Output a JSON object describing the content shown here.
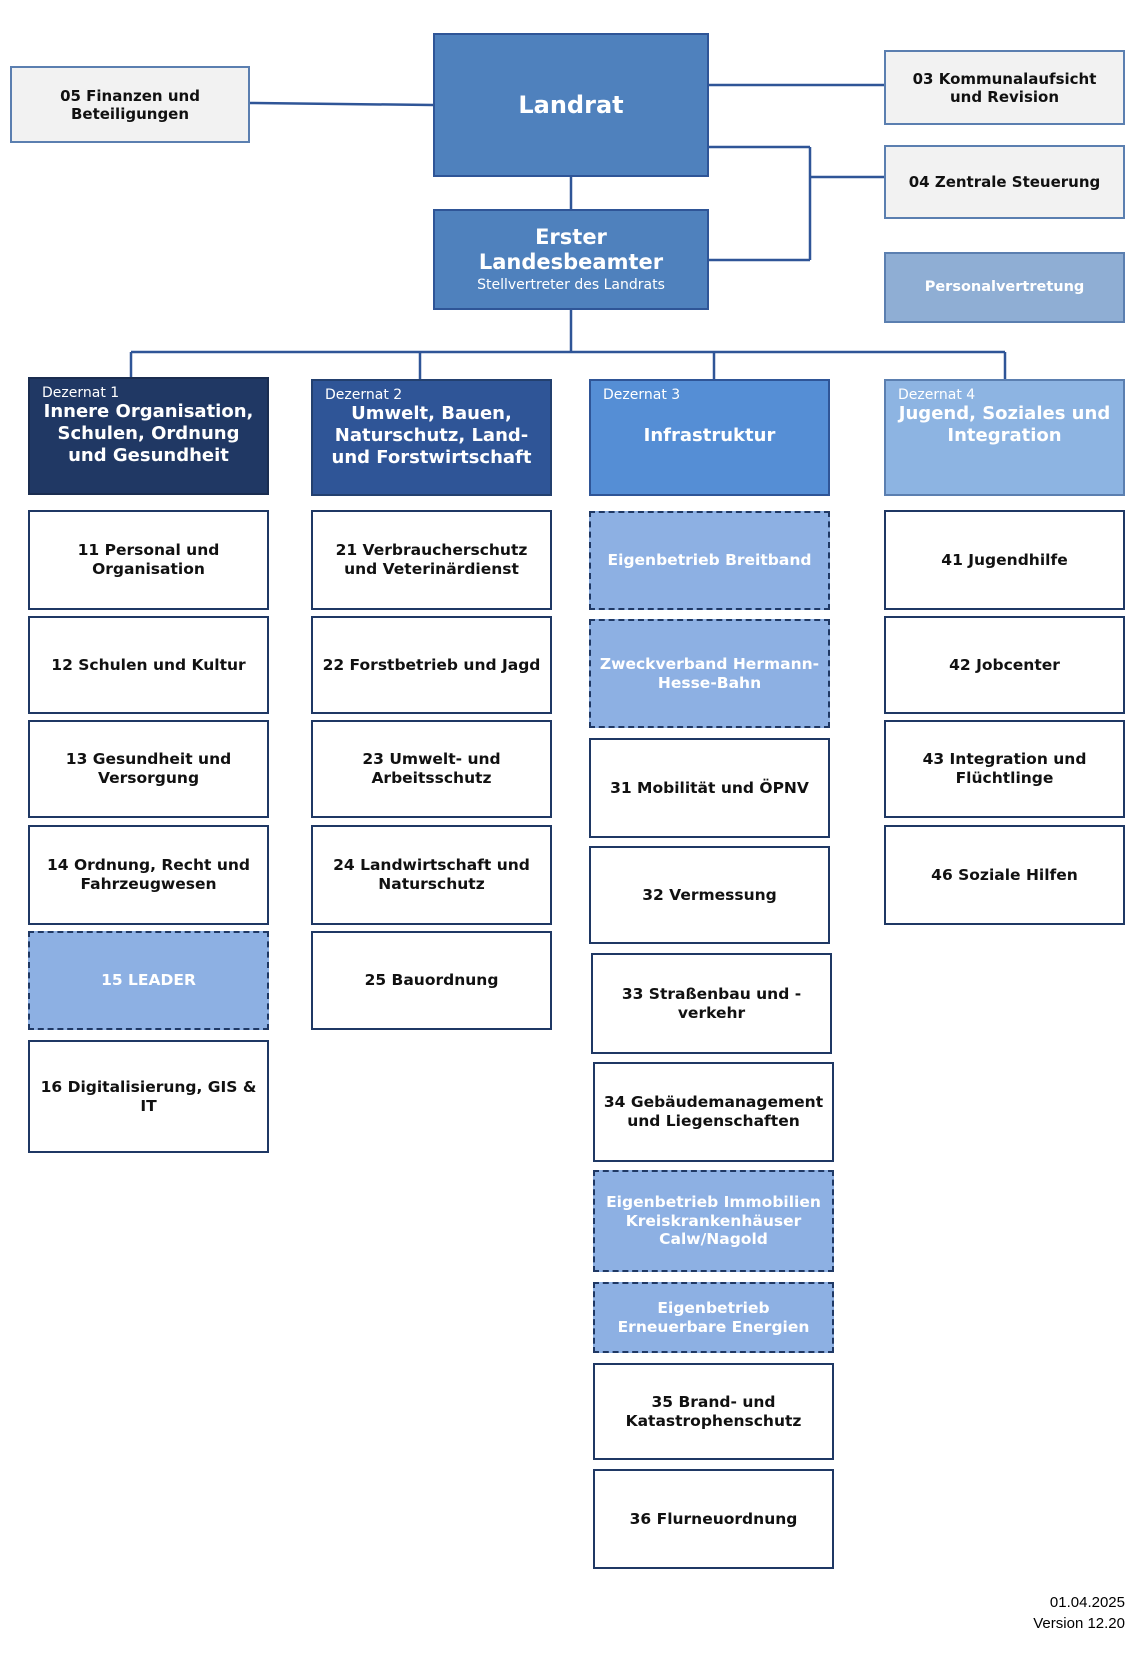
{
  "top": {
    "landrat": "Landrat",
    "erster_title": "Erster Landesbeamter",
    "erster_subtitle": "Stellvertreter des Landrats"
  },
  "staff": {
    "finanzen": "05 Finanzen und Beteiligungen",
    "kommunalaufsicht": "03 Kommunalaufsicht und Revision",
    "zentrale_steuerung": "04 Zentrale Steuerung",
    "personalvertretung": "Personalvertretung"
  },
  "dezernate": [
    {
      "label": "Dezernat 1",
      "title": "Innere Organisation, Schulen, Ordnung und Gesundheit",
      "units": [
        "11 Personal und Organisation",
        "12 Schulen und Kultur",
        "13 Gesundheit und Versorgung",
        "14 Ordnung, Recht und Fahrzeugwesen",
        "15 LEADER",
        "16 Digitalisierung, GIS & IT"
      ]
    },
    {
      "label": "Dezernat 2",
      "title": "Umwelt, Bauen, Naturschutz, Land- und Forstwirtschaft",
      "units": [
        "21 Verbraucherschutz und Veterinärdienst",
        "22 Forstbetrieb und Jagd",
        "23 Umwelt- und Arbeitsschutz",
        "24 Landwirtschaft und Naturschutz",
        "25 Bauordnung"
      ]
    },
    {
      "label": "Dezernat 3",
      "title": "Infrastruktur",
      "units": [
        "Eigenbetrieb Breitband",
        "Zweckverband Hermann-Hesse-Bahn",
        "31 Mobilität und ÖPNV",
        "32 Vermessung",
        "33 Straßenbau und -verkehr",
        "34 Gebäudemanagement und Liegenschaften",
        "Eigenbetrieb Immobilien Kreiskrankenhäuser Calw/Nagold",
        "Eigenbetrieb Erneuerbare Energien",
        "35 Brand- und Katastrophenschutz",
        "36 Flurneuordnung"
      ]
    },
    {
      "label": "Dezernat 4",
      "title": "Jugend, Soziales und Integration",
      "units": [
        "41 Jugendhilfe",
        "42 Jobcenter",
        "43 Integration und Flüchtlinge",
        "46 Soziale Hilfen"
      ]
    }
  ],
  "footer": {
    "date": "01.04.2025",
    "version": "Version 12.20"
  }
}
